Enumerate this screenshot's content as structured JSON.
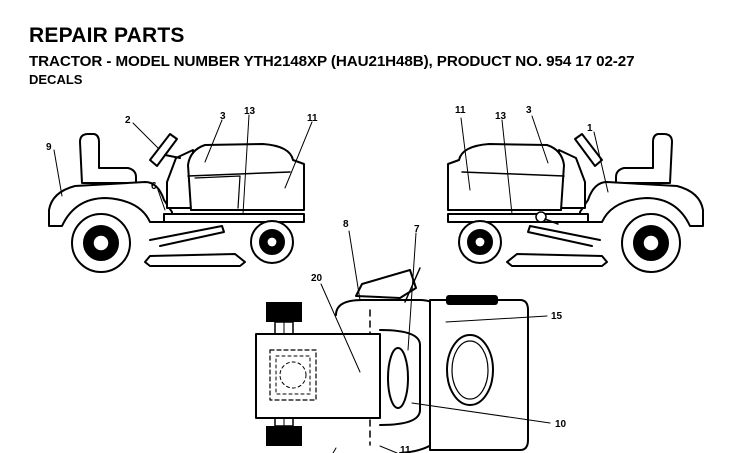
{
  "header": {
    "title": "REPAIR PARTS",
    "subtitle": "TRACTOR - MODEL NUMBER YTH2148XP (HAU21H48B), PRODUCT NO. 954 17 02-27",
    "section": "DECALS"
  },
  "callouts": {
    "left_view": {
      "c9": "9",
      "c2": "2",
      "c3": "3",
      "c13": "13",
      "c11": "11",
      "c6": "6"
    },
    "right_view": {
      "c11": "11",
      "c13": "13",
      "c3": "3",
      "c1": "1"
    },
    "top_view": {
      "c8": "8",
      "c7": "7",
      "c20": "20",
      "c15": "15",
      "c10": "10",
      "c11": "11"
    }
  }
}
